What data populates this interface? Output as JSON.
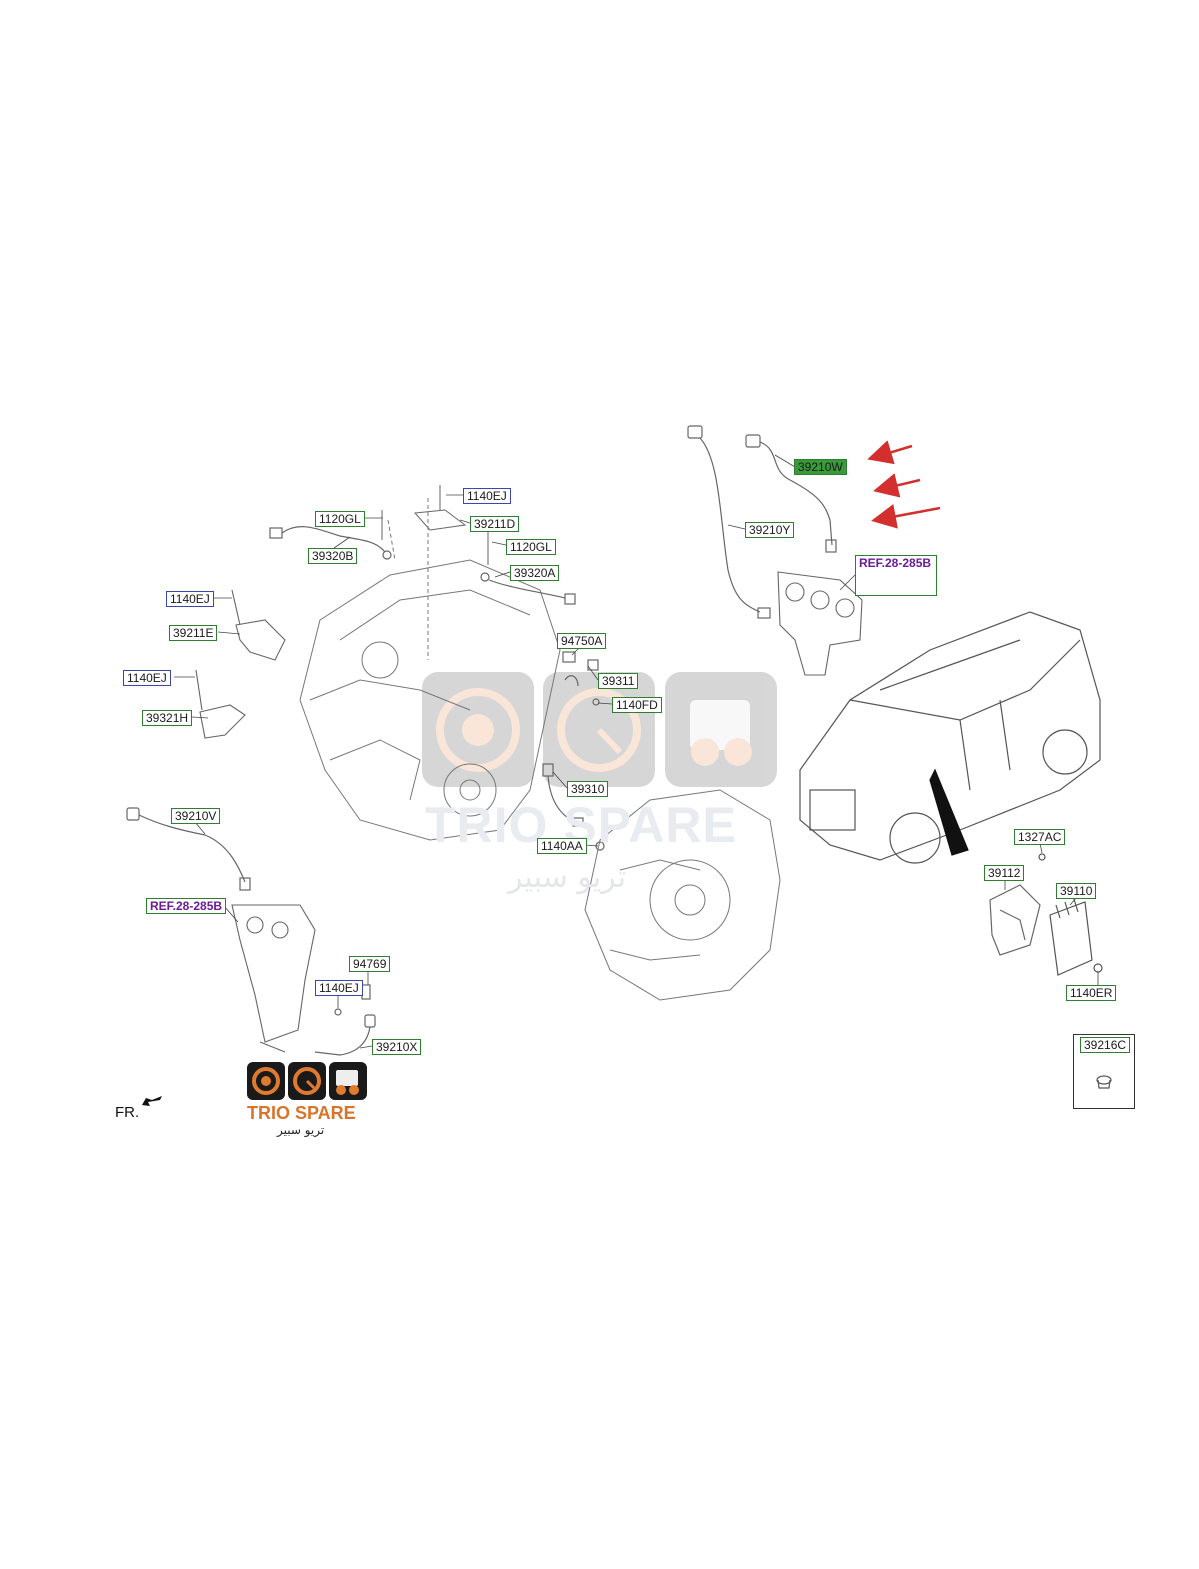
{
  "diagram": {
    "labels": {
      "l39210w": "39210W",
      "l39210y": "39210Y",
      "lref_top": "REF.28-285B",
      "l1140ej_top": "1140EJ",
      "l39211d": "39211D",
      "l1120gl_left": "1120GL",
      "l1120gl_right": "1120GL",
      "l39320b": "39320B",
      "l39320a": "39320A",
      "l1140ej_side": "1140EJ",
      "l39211e": "39211E",
      "l1140ej_mid": "1140EJ",
      "l39321h": "39321H",
      "l94750a": "94750A",
      "l39311": "39311",
      "l1140fd": "1140FD",
      "l39310": "39310",
      "l1140aa": "1140AA",
      "l39210v": "39210V",
      "lref_bottom": "REF.28-285B",
      "l94769": "94769",
      "l1140ej_low": "1140EJ",
      "l39210x": "39210X",
      "l1327ac": "1327AC",
      "l39112": "39112",
      "l39110": "39110",
      "l1140er": "1140ER",
      "l39216c": "39216C"
    },
    "front_marker": "FR."
  },
  "watermark": {
    "brand": "TRIO SPARE",
    "brand_arabic": "تريو سبير"
  },
  "logo": {
    "brand": "TRIO SPARE",
    "brand_arabic": "تريو سبير"
  },
  "colors": {
    "label_border_green": "#2e7d32",
    "label_border_blue": "#3949ab",
    "ref_text": "#6a1b9a",
    "highlight_fill": "#3a9a3a",
    "arrow_red": "#d32f2f",
    "brand_orange": "#d9742b"
  }
}
